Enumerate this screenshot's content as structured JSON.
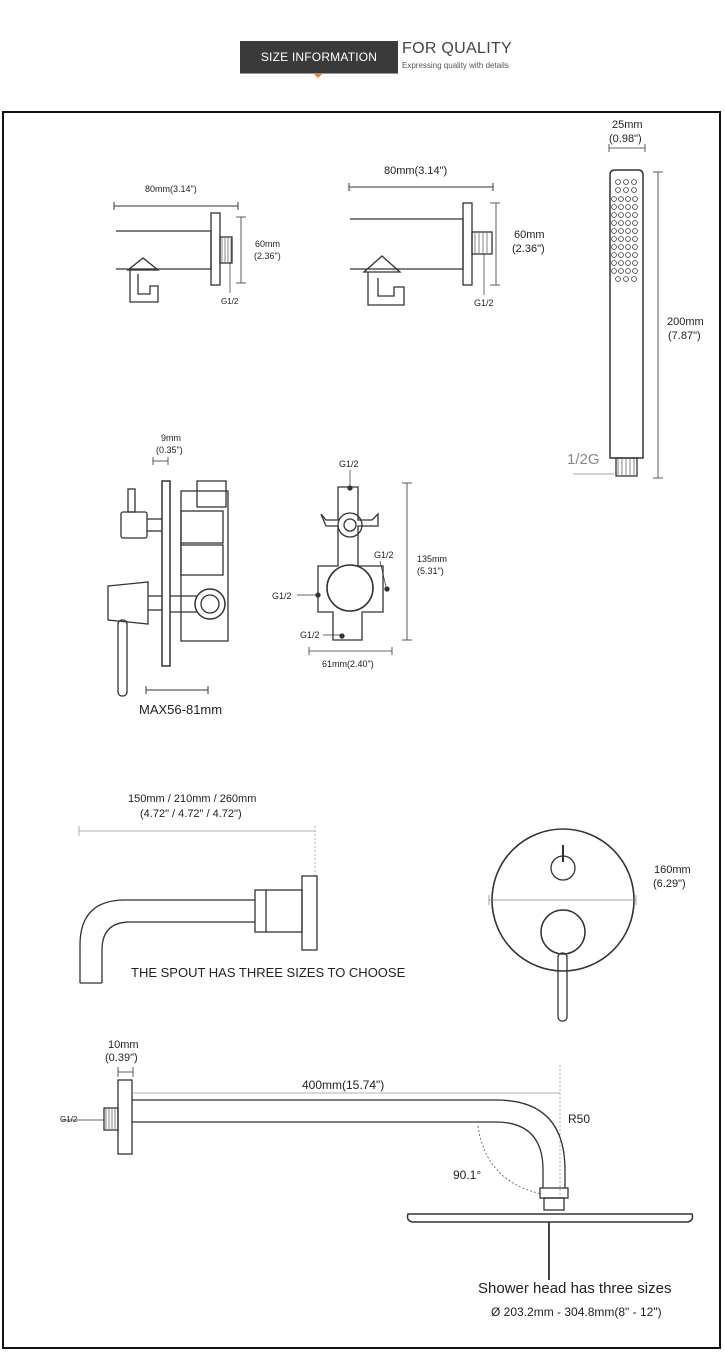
{
  "header": {
    "badge": "SIZE INFORMATION",
    "title": "FOR QUALITY",
    "subtitle": "Expressing quality with details"
  },
  "wall_outlet_small": {
    "width": "80mm(3.14\")",
    "height": "60mm",
    "height_in": "(2.36\")",
    "thread": "G1/2"
  },
  "wall_outlet_large": {
    "width": "80mm(3.14\")",
    "height": "60mm",
    "height_in": "(2.36\")",
    "thread": "G1/2"
  },
  "hand_shower": {
    "width": "25mm",
    "width_in": "(0.98\")",
    "length": "200mm",
    "length_in": "(7.87\")",
    "thread": "1/2G"
  },
  "valve_side": {
    "plate": "9mm",
    "plate_in": "(0.35\")",
    "depth": "MAX56-81mm"
  },
  "valve_body": {
    "top_port": "G1/2",
    "right_port": "G1/2",
    "left_port": "G1/2",
    "bottom_port": "G1/2",
    "height": "135mm",
    "height_in": "(5.31\")",
    "width": "61mm(2.40\")"
  },
  "spout": {
    "length": "150mm / 210mm / 260mm",
    "length_in": "(4.72\" / 4.72\" / 4.72\")",
    "note": "THE SPOUT HAS THREE SIZES TO CHOOSE"
  },
  "cover_plate": {
    "diameter": "160mm",
    "diameter_in": "(6.29\")"
  },
  "shower_arm": {
    "flange": "10mm",
    "flange_in": "(0.39\")",
    "length": "400mm(15.74\")",
    "radius": "R50",
    "angle": "90.1°",
    "thread": "G1/2"
  },
  "shower_head": {
    "note": "Shower head has three sizes",
    "sizes": "Ø 203.2mm - 304.8mm(8\" - 12\")"
  }
}
